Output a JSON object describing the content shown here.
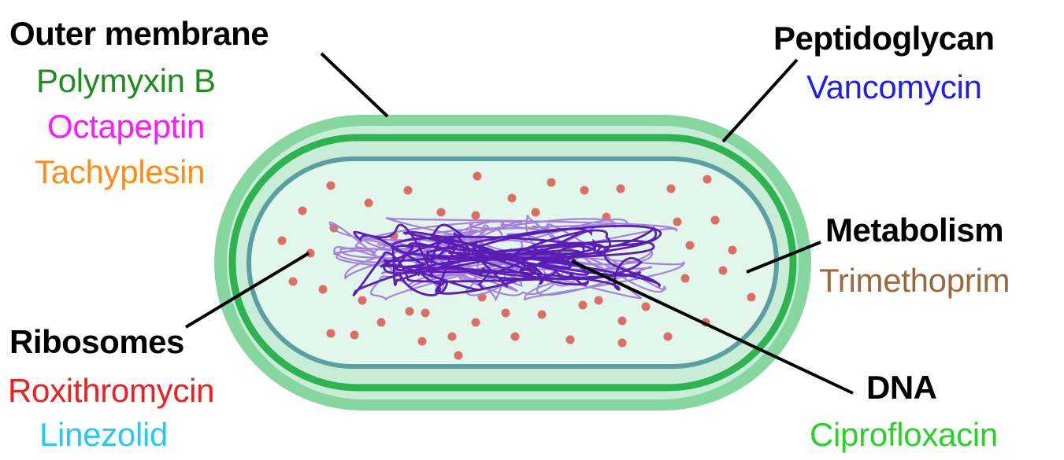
{
  "groups": {
    "outer_membrane": {
      "title": "Outer membrane",
      "drugs": [
        {
          "name": "Polymyxin B",
          "color": "#1e8c1e"
        },
        {
          "name": "Octapeptin",
          "color": "#ff19ff"
        },
        {
          "name": "Tachyplesin",
          "color": "#ff8c19"
        }
      ]
    },
    "peptidoglycan": {
      "title": "Peptidoglycan",
      "drugs": [
        {
          "name": "Vancomycin",
          "color": "#1e1ef0"
        }
      ]
    },
    "metabolism": {
      "title": "Metabolism",
      "drugs": [
        {
          "name": "Trimethoprim",
          "color": "#9a6a3c"
        }
      ]
    },
    "ribosomes": {
      "title": "Ribosomes",
      "drugs": [
        {
          "name": "Roxithromycin",
          "color": "#f01e1e"
        },
        {
          "name": "Linezolid",
          "color": "#28c8f0"
        }
      ]
    },
    "dna": {
      "title": "DNA",
      "drugs": [
        {
          "name": "Ciprofloxacin",
          "color": "#28d228"
        }
      ]
    }
  },
  "colors": {
    "outer_membrane_fill": "#86d6a0",
    "peptidoglycan_stroke": "#2db451",
    "inner_membrane_stroke": "#5aa0a0",
    "cytoplasm_fill": "#e2f6ec",
    "ribosome": "#dc6e64",
    "dna_dark": "#5a1eb4",
    "dna_light": "#a482dc"
  }
}
